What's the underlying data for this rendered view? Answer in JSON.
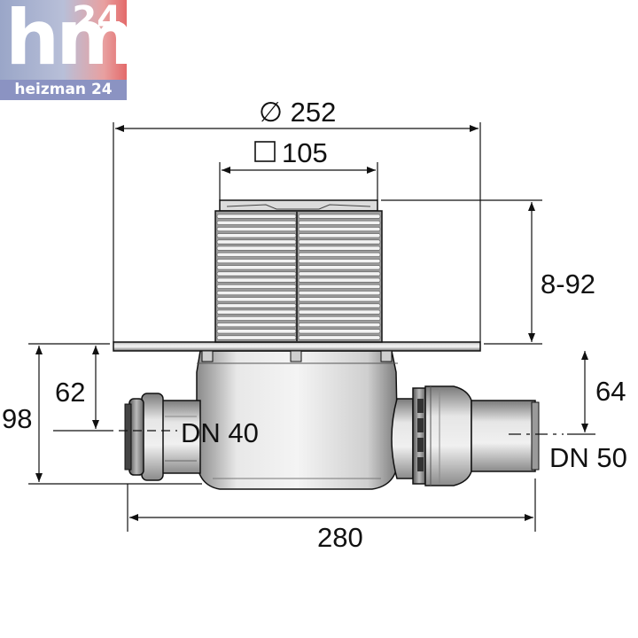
{
  "logo": {
    "brand": "hm",
    "number": "24",
    "name": "heizman 24"
  },
  "dimensions": {
    "diameter_prefix": "∅",
    "diameter": "252",
    "square": "105",
    "height_range": "8-92",
    "left_outlet_height": "62",
    "right_outlet_height": "64",
    "total_height": "98",
    "left_outlet": "DN 40",
    "right_outlet": "DN 50",
    "total_width": "280"
  },
  "colors": {
    "line": "#111111",
    "metal_light": "#e8e8e8",
    "metal_dark": "#7a7a7a"
  }
}
